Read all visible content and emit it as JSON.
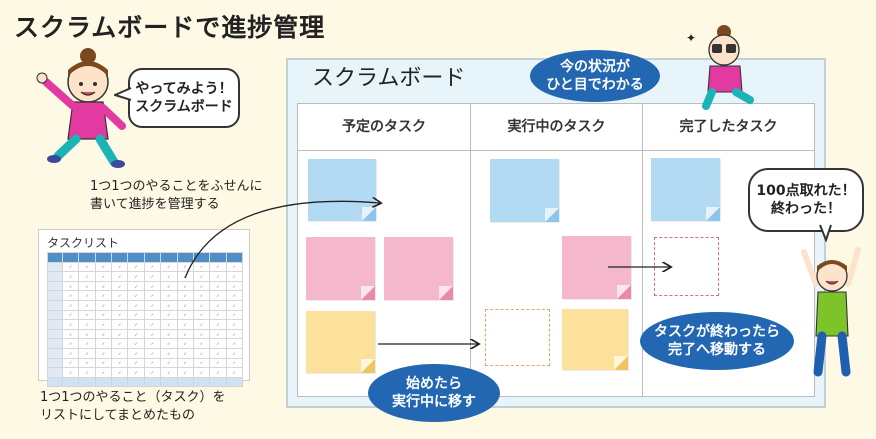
{
  "header": {
    "title": "スクラムボードで進捗管理"
  },
  "board": {
    "title": "スクラムボード",
    "columns": [
      {
        "label": "予定のタスク"
      },
      {
        "label": "実行中のタスク"
      },
      {
        "label": "完了したタスク"
      }
    ]
  },
  "callouts": {
    "overview_line1": "今の状況が",
    "overview_line2": "ひと目でわかる",
    "start_line1": "始めたら",
    "start_line2": "実行中に移す",
    "done_line1": "タスクが終わったら",
    "done_line2": "完了へ移動する"
  },
  "speech": {
    "left_line1": "やってみよう！",
    "left_line2": "スクラムボード",
    "right_line1": "100点取れた！",
    "right_line2": "終わった！"
  },
  "notes": {
    "sticky_line1": "1つ1つのやることをふせんに",
    "sticky_line2": "書いて進捗を管理する",
    "list_line1": "1つ1つのやること（タスク）を",
    "list_line2": "リストにしてまとめたもの"
  },
  "task_list": {
    "title": "タスクリスト"
  },
  "colors": {
    "accent_blue": "#2367b3",
    "note_blue": "#b3daf3",
    "note_pink": "#f4b7cb",
    "note_yellow": "#fbe19c",
    "board_bg": "#e7f5fb",
    "page_bg": "#fdf9e4"
  }
}
